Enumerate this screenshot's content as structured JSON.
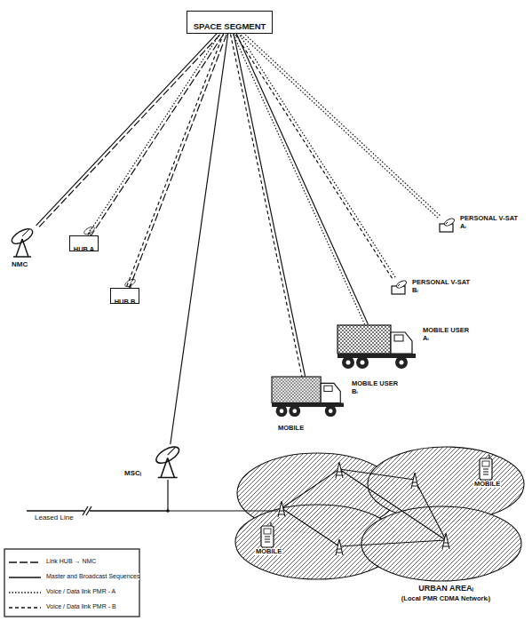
{
  "diagram": {
    "nodes": [
      {
        "text": [
          "SPACE SEGMENT"
        ]
      },
      {
        "text": [
          "NMC"
        ]
      },
      {
        "text": [
          "HUB A"
        ]
      },
      {
        "text": [
          "HUB B"
        ]
      },
      {
        "text": [
          "PERSONAL V-SAT Aᵢ"
        ]
      },
      {
        "text": [
          "PERSONAL V-SAT Bᵢ"
        ]
      },
      {
        "text": [
          "MOBILE USER Aᵢ"
        ]
      },
      {
        "text": [
          "MOBILE USER Bᵢ"
        ]
      },
      {
        "text": [
          "MSCᵢ"
        ]
      },
      {
        "text": [
          "URBAN AREAᵢ",
          "(Local PMR CDMA Networkᵢ)"
        ]
      }
    ],
    "edges": [
      {
        "from": 0,
        "to": 1,
        "arrow": "none"
      },
      {
        "from": 0,
        "to": 2,
        "arrow": "none"
      },
      {
        "from": 0,
        "to": 3,
        "arrow": "none"
      },
      {
        "from": 0,
        "to": 4,
        "arrow": "none"
      },
      {
        "from": 0,
        "to": 5,
        "arrow": "none"
      },
      {
        "from": 0,
        "to": 6,
        "arrow": "none"
      },
      {
        "from": 0,
        "to": 7,
        "arrow": "none"
      },
      {
        "from": 0,
        "to": 8,
        "arrow": "none"
      },
      {
        "from": 8,
        "to": 9,
        "arrow": "none"
      }
    ],
    "labels": [
      "MOBILE",
      "Leased Line",
      "MOBILE",
      "MOBILE"
    ],
    "legend": [
      {
        "text": "Link HUB → NMC"
      },
      {
        "text": "Master and Broadcast Sequences"
      },
      {
        "text": "Voice / Data link PMR - A"
      },
      {
        "text": "Voice / Data link PMR - B"
      }
    ]
  }
}
